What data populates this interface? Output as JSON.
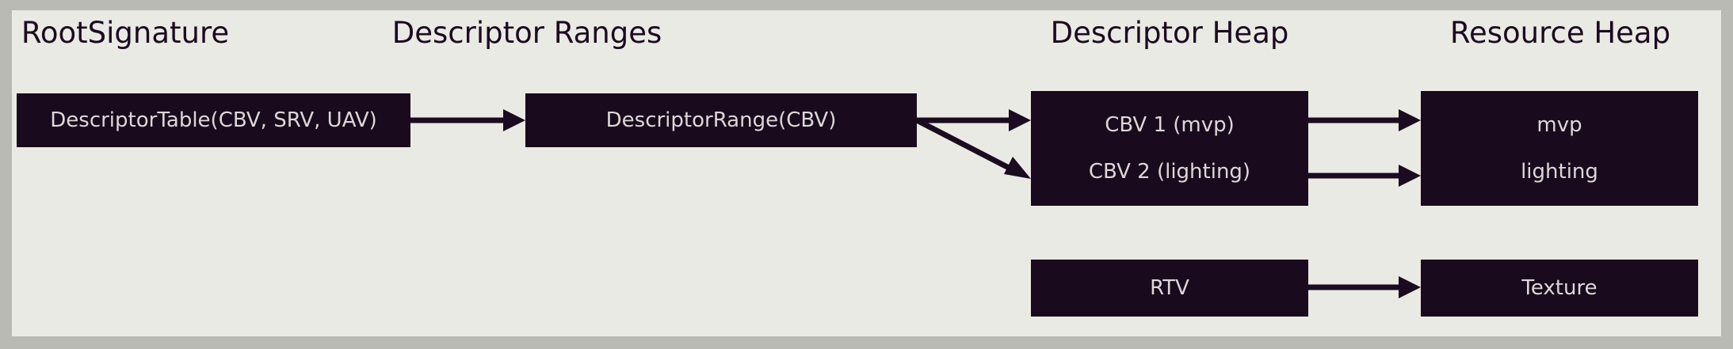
{
  "diagram": {
    "title_row": [
      {
        "id": "root-signature",
        "label": "RootSignature"
      },
      {
        "id": "descriptor-ranges",
        "label": "Descriptor Ranges"
      },
      {
        "id": "descriptor-heap",
        "label": "Descriptor Heap"
      },
      {
        "id": "resource-heap",
        "label": "Resource Heap"
      }
    ],
    "nodes": {
      "descriptor_table": {
        "label": "DescriptorTable(CBV, SRV, UAV)"
      },
      "descriptor_range": {
        "label": "DescriptorRange(CBV)"
      },
      "cbv_stack": {
        "line1": "CBV 1 (mvp)",
        "line2": "CBV 2 (lighting)"
      },
      "resource_stack": {
        "line1": "mvp",
        "line2": "lighting"
      },
      "rtv": {
        "label": "RTV"
      },
      "texture": {
        "label": "Texture"
      }
    },
    "edges": [
      {
        "id": "table-to-range",
        "from": "descriptor_table",
        "to": "descriptor_range",
        "kind": "straight"
      },
      {
        "id": "range-to-cbv1",
        "from": "descriptor_range",
        "to": "cbv_stack.line1",
        "kind": "straight"
      },
      {
        "id": "range-to-cbv2",
        "from": "descriptor_range",
        "to": "cbv_stack.line2",
        "kind": "diagonal"
      },
      {
        "id": "cbv1-to-mvp",
        "from": "cbv_stack.line1",
        "to": "resource_stack.line1",
        "kind": "straight"
      },
      {
        "id": "cbv2-to-lighting",
        "from": "cbv_stack.line2",
        "to": "resource_stack.line2",
        "kind": "straight"
      },
      {
        "id": "rtv-to-texture",
        "from": "rtv",
        "to": "texture",
        "kind": "straight"
      }
    ],
    "colors": {
      "outer_background": "#b9bab4",
      "panel_background": "#eaeae4",
      "node_fill": "#190a1d",
      "node_text": "#ddd7da",
      "title_text": "#1b0b20",
      "edge_stroke": "#1b0b20"
    }
  }
}
